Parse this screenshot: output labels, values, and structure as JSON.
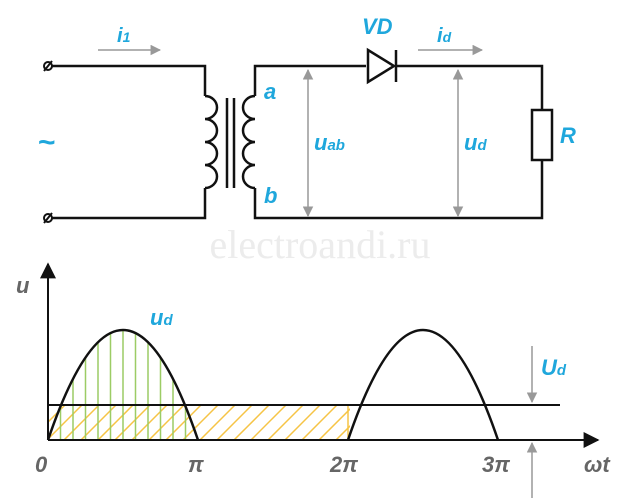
{
  "colors": {
    "blue": "#1fa7dc",
    "gray": "#666666",
    "wire": "#111111",
    "arrow": "#999999",
    "green_hatch": "#9ccc65",
    "yellow_hatch": "#f6c445"
  },
  "circuit": {
    "ac_source": "~",
    "i1": "i",
    "i1_sub": "1",
    "vd": "VD",
    "id": "i",
    "id_sub": "d",
    "a": "a",
    "b": "b",
    "uab": "u",
    "uab_sub": "ab",
    "ud": "u",
    "ud_sub": "d",
    "r": "R"
  },
  "graph": {
    "y_axis_label": "u",
    "ud_label": "u",
    "ud_label_sub": "d",
    "Ud_label": "U",
    "Ud_label_sub": "d",
    "x_ticks": [
      "0",
      "π",
      "2π",
      "3π"
    ],
    "x_axis_label": "ωt",
    "watermark": "electroandi.ru"
  },
  "chart_data": {
    "type": "line",
    "series": [
      {
        "name": "",
        "points": [
          [
            0,
            0
          ],
          [
            0.5,
            1
          ],
          [
            1,
            0
          ],
          [
            2,
            0
          ],
          [
            2.5,
            1
          ],
          [
            3,
            0
          ]
        ]
      }
    ],
    "average_level_fraction": 0.318,
    "x_ticks": [
      "0",
      "π",
      "2π",
      "3π"
    ],
    "ylabel": "u",
    "xlabel": "ωt"
  }
}
